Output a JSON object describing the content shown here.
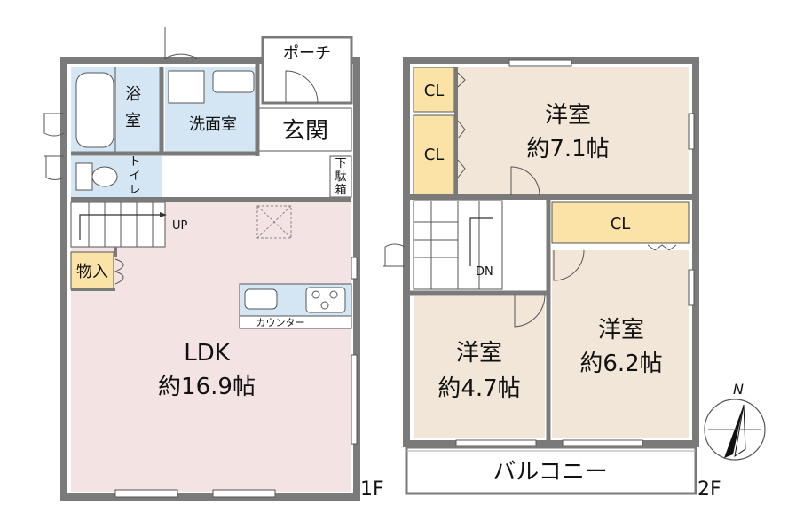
{
  "floor1": {
    "label": "1F",
    "rooms": {
      "bath": "浴室",
      "washroom": "洗面室",
      "entrance": "玄関",
      "porch": "ポーチ",
      "toilet": "トイレ",
      "shoe_box": "下駄箱",
      "storage": "物入",
      "ldk_name": "LDK",
      "ldk_size": "約16.9帖",
      "counter": "カウンター",
      "stairs": "UP"
    }
  },
  "floor2": {
    "label": "2F",
    "rooms": {
      "closet1": "CL",
      "closet2": "CL",
      "closet3": "CL",
      "west_room_top_name": "洋室",
      "west_room_top_size": "約7.1帖",
      "west_room_left_name": "洋室",
      "west_room_left_size": "約4.7帖",
      "west_room_right_name": "洋室",
      "west_room_right_size": "約6.2帖",
      "stairs": "DN",
      "balcony": "バルコニー"
    }
  },
  "compass": {
    "north": "N"
  },
  "colors": {
    "wall": "#7a7a7a",
    "ldk_floor": "#f3e3e3",
    "room_floor": "#f1e6d8",
    "wet_area": "#d4e6f3",
    "closet": "#fbe3a8",
    "background": "#ffffff"
  }
}
